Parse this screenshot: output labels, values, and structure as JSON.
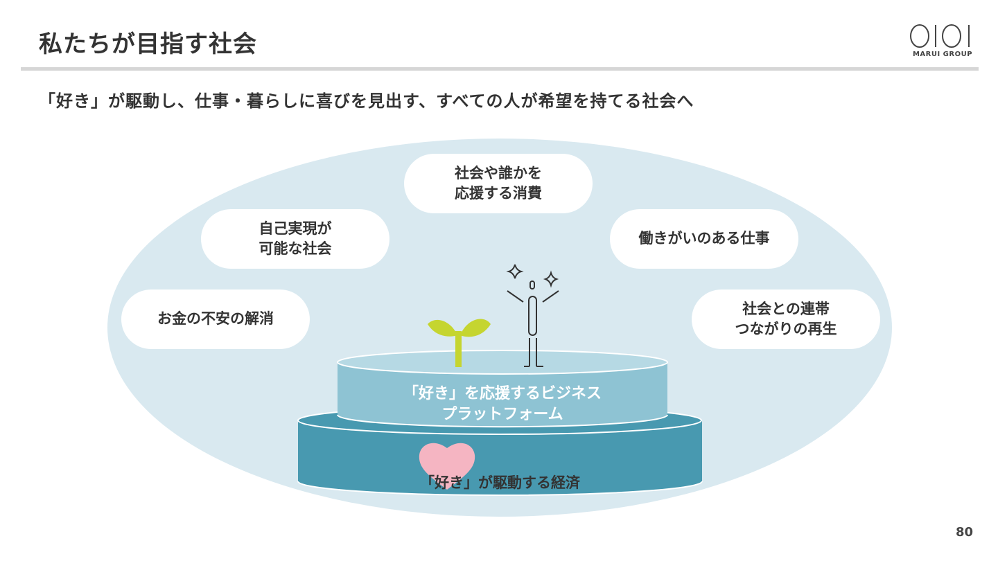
{
  "header": {
    "title": "私たちが目指す社会",
    "logo_text": "MARUI GROUP"
  },
  "subtitle": "「好き」が駆動し、仕事・暮らしに喜びを見出す、すべての人が希望を持てる社会へ",
  "bubbles": [
    {
      "label": "社会や誰かを\n応援する消費"
    },
    {
      "label": "自己実現が\n可能な社会"
    },
    {
      "label": "働きがいのある仕事"
    },
    {
      "label": "お金の不安の解消"
    },
    {
      "label": "社会との連帯\nつながりの再生"
    }
  ],
  "tiers": {
    "upper": "「好き」を応援するビジネス\nプラットフォーム",
    "lower_heart": "「好き」",
    "lower_rest": "が駆動する経済"
  },
  "colors": {
    "ellipse": "#d9e9f0",
    "upper_tier": "#8ec3d3",
    "lower_tier": "#4899b0",
    "heart": "#f5b5c2",
    "sprout": "#c5d530"
  },
  "icons": [
    "sprout-icon",
    "person-icon",
    "sparkle-icon",
    "heart-icon"
  ],
  "page_number": "80"
}
